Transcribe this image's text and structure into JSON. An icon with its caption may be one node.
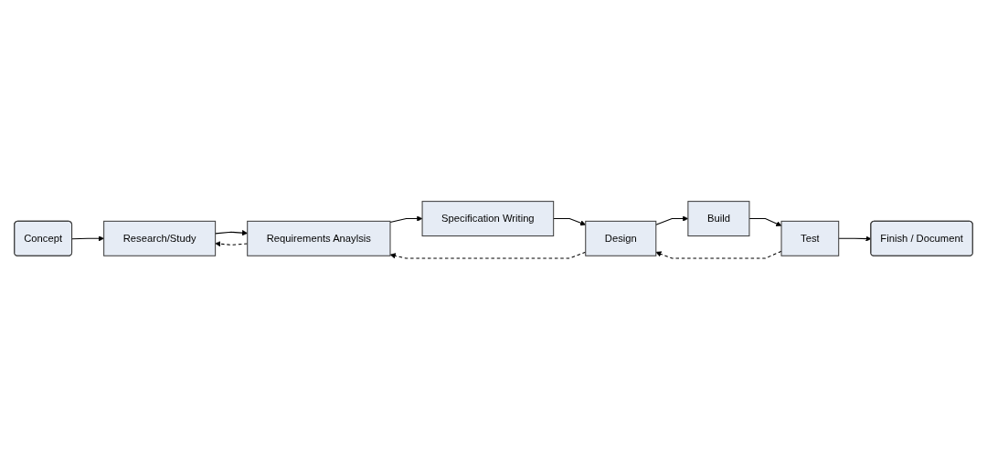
{
  "diagram": {
    "nodes": [
      {
        "text": [
          "Concept"
        ]
      },
      {
        "text": [
          "Research/Study"
        ]
      },
      {
        "text": [
          "Requirements Anaylsis"
        ]
      },
      {
        "text": [
          "Specification Writing"
        ]
      },
      {
        "text": [
          "Finish / Document"
        ]
      },
      {
        "text": [
          "Test"
        ]
      },
      {
        "text": [
          "Build"
        ]
      },
      {
        "text": [
          "Design"
        ]
      }
    ],
    "edges": [
      {
        "from": 0,
        "to": 1,
        "arrow": "to"
      },
      {
        "from": 1,
        "to": 2,
        "arrow": "to"
      },
      {
        "from": 2,
        "to": 1,
        "arrow": "to",
        "style": "dashed"
      },
      {
        "from": 2,
        "to": 3,
        "arrow": "to"
      },
      {
        "from": 3,
        "to": 7,
        "arrow": "to"
      },
      {
        "from": 7,
        "to": 2,
        "arrow": "to",
        "style": "dashed"
      },
      {
        "from": 7,
        "to": 6,
        "arrow": "to"
      },
      {
        "from": 6,
        "to": 5,
        "arrow": "to"
      },
      {
        "from": 5,
        "to": 4,
        "arrow": "to"
      },
      {
        "from": 5,
        "to": 7,
        "arrow": "to",
        "style": "dashed"
      }
    ]
  }
}
